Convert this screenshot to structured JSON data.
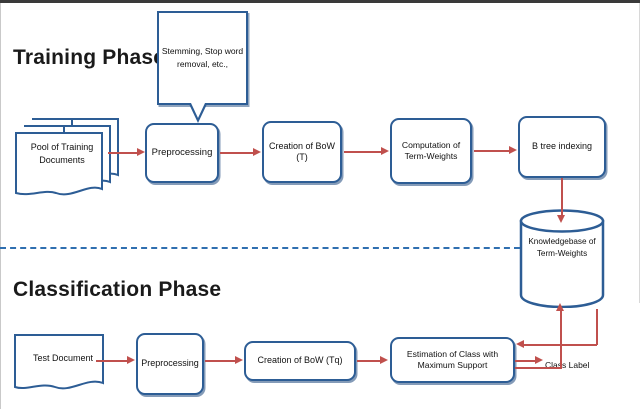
{
  "diagram": {
    "title": "Text Classification Training and Classification Phase Flowchart",
    "colors": {
      "box_border": "#2d5d95",
      "arrow": "#c0504d",
      "divider": "#2f6fb0",
      "background": "#ffffff",
      "text": "#111111"
    },
    "phases": [
      {
        "id": "training",
        "label": "Training Phase"
      },
      {
        "id": "classification",
        "label": "Classification Phase"
      }
    ],
    "callout": {
      "text": "Stemming, Stop word removal, etc.,",
      "attached_to": "preprocessing-training"
    },
    "training_nodes": [
      {
        "id": "pool-of-training-documents",
        "label": "Pool of Training Documents",
        "shape": "document-stack"
      },
      {
        "id": "preprocessing-training",
        "label": "Preprocessing",
        "shape": "rounded-rect"
      },
      {
        "id": "creation-of-bow-t",
        "label": "Creation of BoW (T)",
        "shape": "rounded-rect"
      },
      {
        "id": "computation-of-term-weights",
        "label": "Computation of Term-Weights",
        "shape": "rounded-rect"
      },
      {
        "id": "b-tree-indexing",
        "label": "B tree indexing",
        "shape": "rounded-rect"
      }
    ],
    "datastore": {
      "id": "knowledgebase-of-term-weights",
      "label": "Knowledgebase of Term-Weights",
      "shape": "cylinder"
    },
    "classification_nodes": [
      {
        "id": "test-document",
        "label": "Test Document",
        "shape": "document"
      },
      {
        "id": "preprocessing-classification",
        "label": "Preprocessing",
        "shape": "rounded-rect"
      },
      {
        "id": "creation-of-bow-tq",
        "label": "Creation of BoW (Tq)",
        "shape": "rounded-rect"
      },
      {
        "id": "estimation-of-class",
        "label": "Estimation of Class with Maximum Support",
        "shape": "rounded-rect"
      }
    ],
    "output": {
      "id": "class-label",
      "label": "Class Label"
    },
    "edges": [
      {
        "from": "pool-of-training-documents",
        "to": "preprocessing-training"
      },
      {
        "from": "preprocessing-training",
        "to": "creation-of-bow-t"
      },
      {
        "from": "creation-of-bow-t",
        "to": "computation-of-term-weights"
      },
      {
        "from": "computation-of-term-weights",
        "to": "b-tree-indexing"
      },
      {
        "from": "b-tree-indexing",
        "to": "knowledgebase-of-term-weights"
      },
      {
        "from": "test-document",
        "to": "preprocessing-classification"
      },
      {
        "from": "preprocessing-classification",
        "to": "creation-of-bow-tq"
      },
      {
        "from": "creation-of-bow-tq",
        "to": "estimation-of-class"
      },
      {
        "from": "estimation-of-class",
        "to": "knowledgebase-of-term-weights"
      },
      {
        "from": "knowledgebase-of-term-weights",
        "to": "estimation-of-class"
      },
      {
        "from": "estimation-of-class",
        "to": "class-label"
      }
    ],
    "divider": {
      "style": "dashed",
      "color": "#2f6fb0"
    },
    "labels": {
      "line1_training": "Training Phase",
      "line2_classification": "Classification Phase"
    }
  }
}
